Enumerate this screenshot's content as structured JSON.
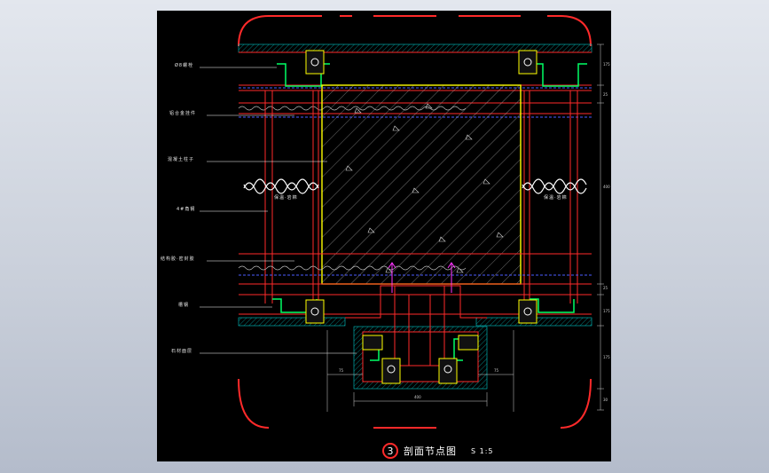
{
  "title": {
    "number": "3",
    "text": "剖面节点图",
    "scale": "S 1:5"
  },
  "annotations": {
    "label_1": "Ø8螺栓",
    "label_2": "铝合金挂件",
    "label_3": "混凝土柱子",
    "label_4": "4#角钢",
    "label_5": "结构胶·密封胶",
    "label_6": "槽钢",
    "label_7": "石材面层",
    "insulation_left": "保温·岩棉",
    "insulation_right": "保温·岩棉"
  },
  "dimensions": {
    "main_width": "400",
    "offset_left": "75",
    "offset_right": "75",
    "side_1": "175",
    "side_2": "25",
    "side_3": "400",
    "side_4": "25",
    "side_5": "175",
    "side_6": "175",
    "side_7": "30"
  },
  "colors": {
    "background": "#000000",
    "concrete_outline": "#ffff00",
    "structure": "#ff2a2a",
    "steel": "#00ff66",
    "insulation": "#ffffff",
    "bolt": "#ff33ff",
    "hatch": "#00c8c8"
  }
}
